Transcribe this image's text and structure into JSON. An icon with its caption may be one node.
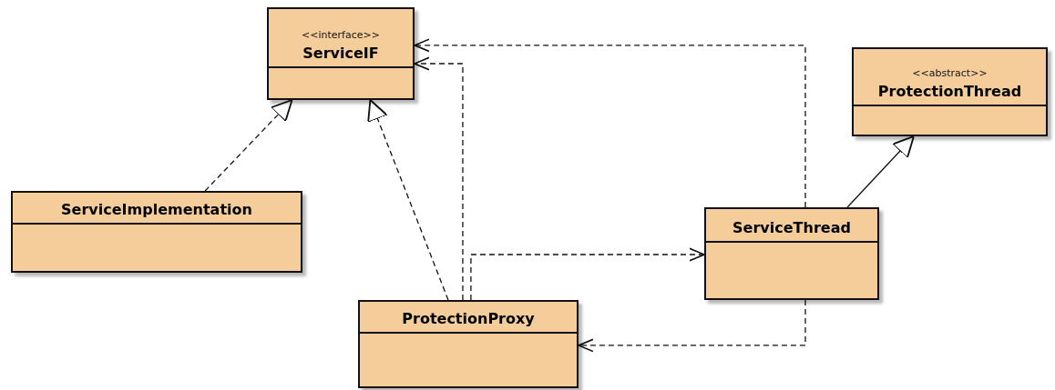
{
  "diagram": {
    "nodes": [
      {
        "text": [
          "<<interface>>",
          "ServiceIF"
        ]
      },
      {
        "text": [
          "<<abstract>>",
          "ProtectionThread"
        ]
      },
      {
        "text": [
          "ServiceImplementation"
        ]
      },
      {
        "text": [
          "ServiceThread"
        ]
      },
      {
        "text": [
          "ProtectionProxy"
        ]
      }
    ],
    "edges": [
      {
        "from": 2,
        "to": 0,
        "arrow": "to",
        "style": "dashed"
      },
      {
        "from": 4,
        "to": 0,
        "arrow": "to",
        "style": "dashed"
      },
      {
        "from": 4,
        "to": 0,
        "arrow": "to",
        "style": "dashed"
      },
      {
        "from": 3,
        "to": 0,
        "arrow": "to",
        "style": "dashed"
      },
      {
        "from": 4,
        "to": 3,
        "arrow": "to",
        "style": "dashed"
      },
      {
        "from": 3,
        "to": 4,
        "arrow": "to",
        "style": "dashed"
      },
      {
        "from": 3,
        "to": 1,
        "arrow": "to"
      }
    ]
  }
}
